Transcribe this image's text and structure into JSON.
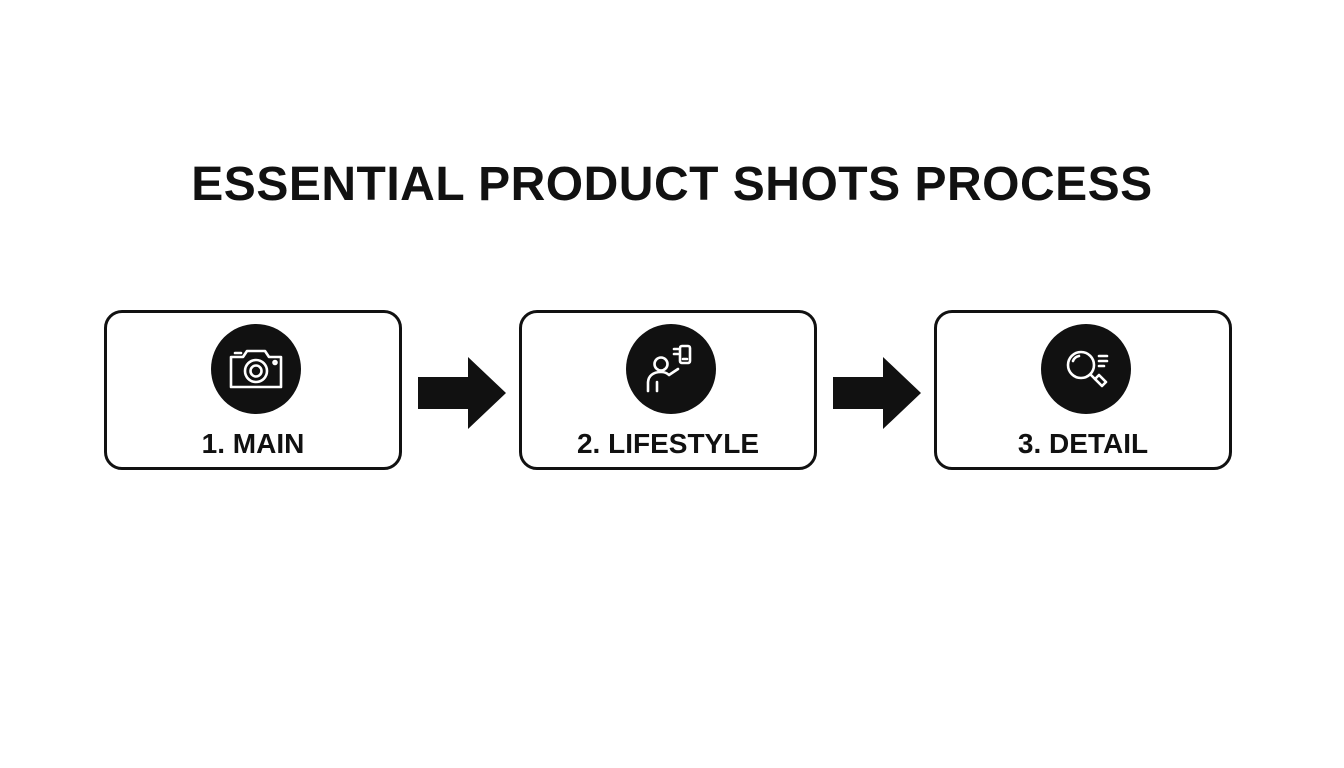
{
  "title": "ESSENTIAL PRODUCT SHOTS PROCESS",
  "steps": [
    {
      "label": "1. MAIN",
      "icon": "camera-icon"
    },
    {
      "label": "2. LIFESTYLE",
      "icon": "person-with-phone-icon"
    },
    {
      "label": "3. DETAIL",
      "icon": "magnifier-detail-icon"
    }
  ],
  "colors": {
    "ink": "#111111",
    "background": "#ffffff"
  }
}
